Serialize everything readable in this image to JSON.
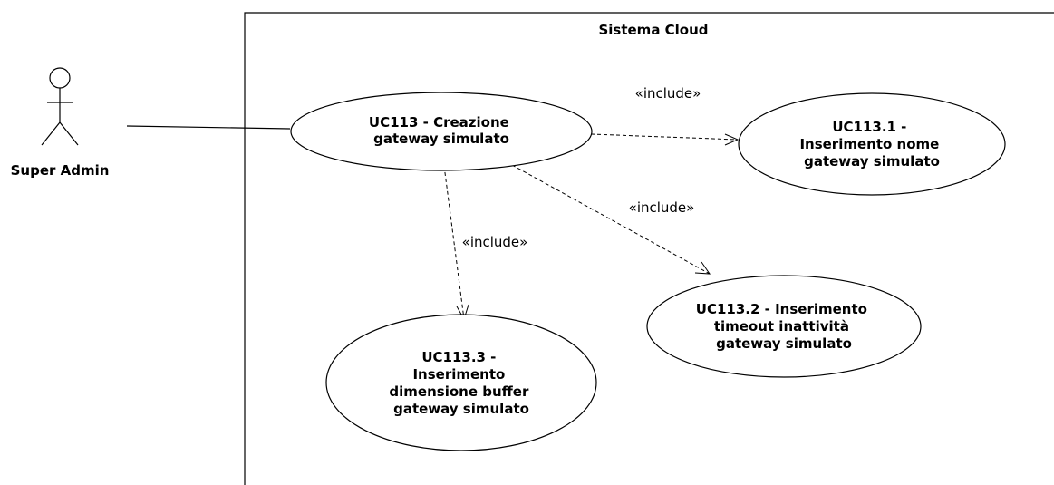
{
  "system": {
    "title": "Sistema Cloud"
  },
  "actor": {
    "name": "Super Admin"
  },
  "use_cases": {
    "main": {
      "lines": [
        "UC113 - Creazione",
        "gateway simulato"
      ]
    },
    "uc1": {
      "lines": [
        "UC113.1 -",
        "Inserimento nome",
        "gateway simulato"
      ]
    },
    "uc2": {
      "lines": [
        "UC113.2 - Inserimento",
        "timeout inattività",
        "gateway simulato"
      ]
    },
    "uc3": {
      "lines": [
        "UC113.3 -",
        "Inserimento",
        "dimensione buffer",
        "gateway simulato"
      ]
    }
  },
  "relations": {
    "include_1": "«include»",
    "include_2": "«include»",
    "include_3": "«include»"
  }
}
